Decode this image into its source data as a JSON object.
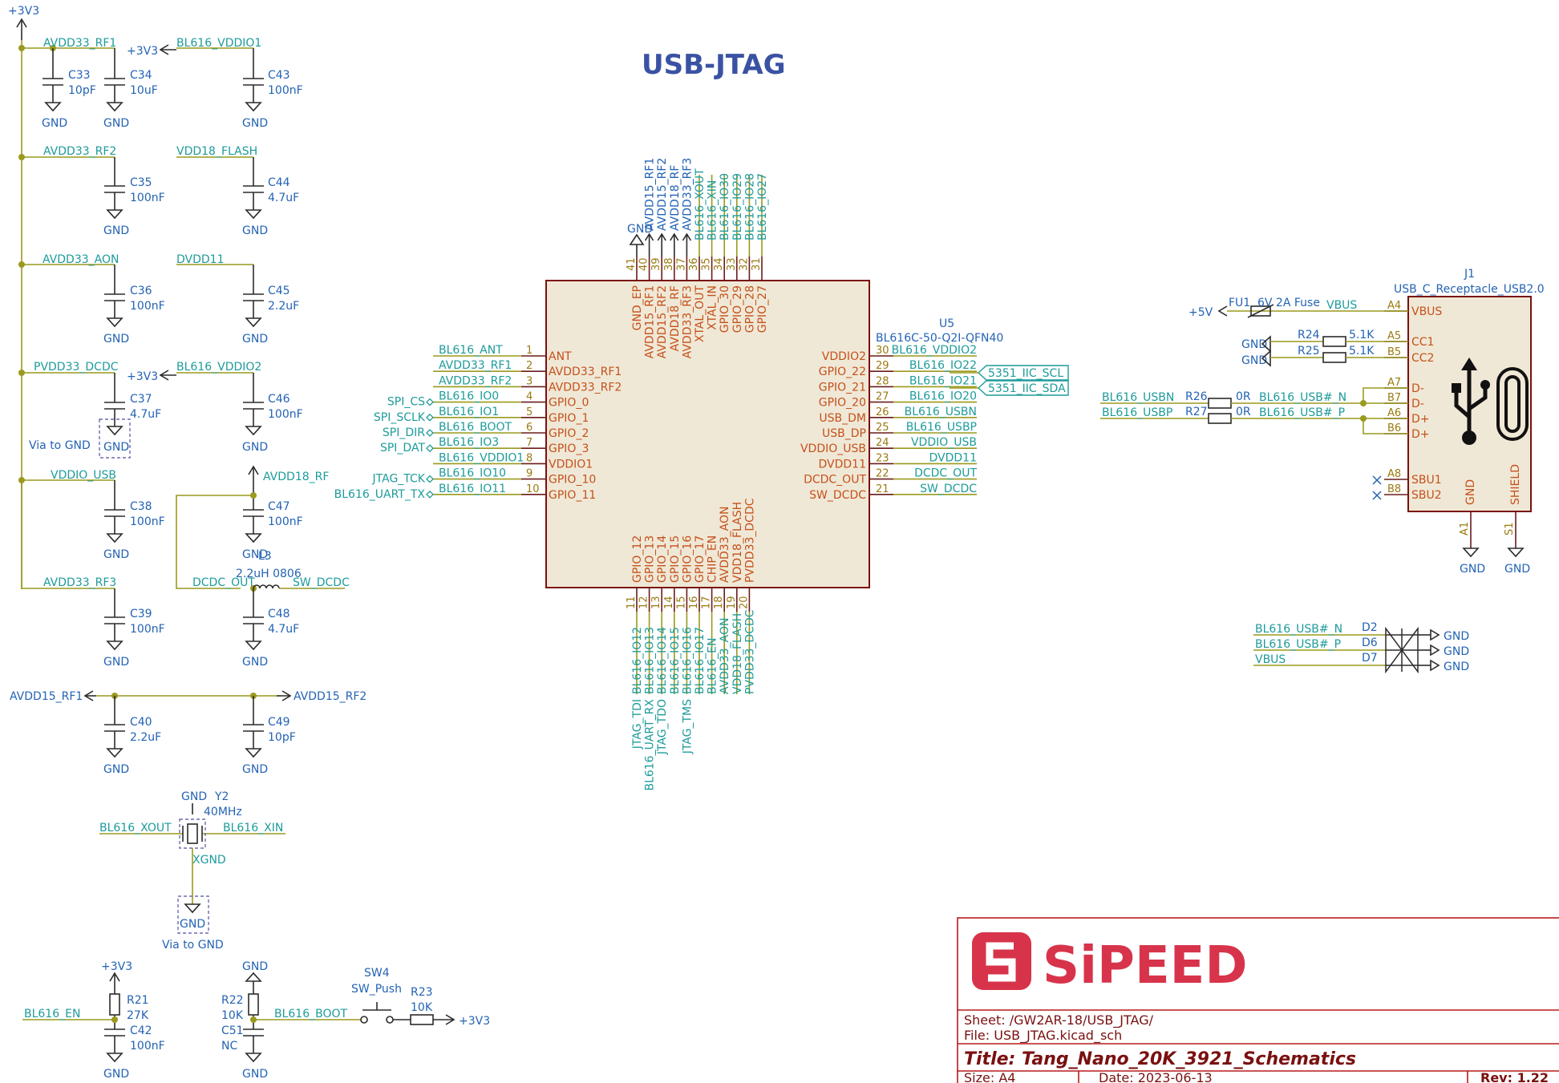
{
  "page_title": "USB-JTAG",
  "power": {
    "p3v3": "+3V3",
    "p5v": "+5V",
    "gnd": "GND",
    "xgnd": "XGND",
    "via_note": "Via to GND"
  },
  "nets": {
    "avdd33_rf1": "AVDD33_RF1",
    "avdd33_rf2": "AVDD33_RF2",
    "avdd33_rf3": "AVDD33_RF3",
    "avdd33_aon": "AVDD33_AON",
    "pvdd33_dcdc": "PVDD33_DCDC",
    "vddio_usb": "VDDIO_USB",
    "vdd18_flash": "VDD18_FLASH",
    "dvdd11": "DVDD11",
    "bl616_vddio1": "BL616_VDDIO1",
    "bl616_vddio2": "BL616_VDDIO2",
    "avdd18_rf": "AVDD18_RF",
    "dcdc_out": "DCDC_OUT",
    "sw_dcdc": "SW_DCDC",
    "avdd15_rf1": "AVDD15_RF1",
    "avdd15_rf2": "AVDD15_RF2",
    "bl616_xout": "BL616_XOUT",
    "bl616_xin": "BL616_XIN",
    "bl616_en": "BL616_EN",
    "bl616_boot": "BL616_BOOT",
    "bl616_usbn": "BL616_USBN",
    "bl616_usbp": "BL616_USBP",
    "usb_n": "BL616_USB#_N",
    "usb_p": "BL616_USB#_P",
    "vbus": "VBUS",
    "iic_scl": "5351_IIC_SCL",
    "iic_sda": "5351_IIC_SDA"
  },
  "caps": [
    {
      "ref": "C33",
      "val": "10pF"
    },
    {
      "ref": "C34",
      "val": "10uF"
    },
    {
      "ref": "C43",
      "val": "100nF"
    },
    {
      "ref": "C35",
      "val": "100nF"
    },
    {
      "ref": "C44",
      "val": "4.7uF"
    },
    {
      "ref": "C36",
      "val": "100nF"
    },
    {
      "ref": "C45",
      "val": "2.2uF"
    },
    {
      "ref": "C37",
      "val": "4.7uF"
    },
    {
      "ref": "C46",
      "val": "100nF"
    },
    {
      "ref": "C38",
      "val": "100nF"
    },
    {
      "ref": "C47",
      "val": "100nF"
    },
    {
      "ref": "C39",
      "val": "100nF"
    },
    {
      "ref": "C48",
      "val": "4.7uF"
    },
    {
      "ref": "C40",
      "val": "2.2uF"
    },
    {
      "ref": "C49",
      "val": "10pF"
    },
    {
      "ref": "C42",
      "val": "100nF"
    },
    {
      "ref": "C51",
      "val": "NC"
    }
  ],
  "inductor": {
    "ref": "L3",
    "val": "2.2uH 0806"
  },
  "crystal": {
    "ref": "Y2",
    "val": "40MHz"
  },
  "resistors": [
    {
      "ref": "R21",
      "val": "27K"
    },
    {
      "ref": "R22",
      "val": "10K"
    },
    {
      "ref": "R23",
      "val": "10K"
    },
    {
      "ref": "R24",
      "val": "5.1K"
    },
    {
      "ref": "R25",
      "val": "5.1K"
    },
    {
      "ref": "R26",
      "val": "0R"
    },
    {
      "ref": "R27",
      "val": "0R"
    }
  ],
  "switch": {
    "ref": "SW4",
    "val": "SW_Push"
  },
  "fuse": {
    "ref": "FU1",
    "val": "6V 2A Fuse"
  },
  "diodes": [
    "D2",
    "D6",
    "D7"
  ],
  "u5": {
    "ref": "U5",
    "part": "BL616C-50-Q2I-QFN40",
    "left": [
      {
        "num": "1",
        "pin": "ANT",
        "net": "BL616_ANT",
        "ext": ""
      },
      {
        "num": "2",
        "pin": "AVDD33_RF1",
        "net": "AVDD33_RF1",
        "ext": ""
      },
      {
        "num": "3",
        "pin": "AVDD33_RF2",
        "net": "AVDD33_RF2",
        "ext": ""
      },
      {
        "num": "4",
        "pin": "GPIO_0",
        "net": "BL616_IO0",
        "ext": "SPI_CS"
      },
      {
        "num": "5",
        "pin": "GPIO_1",
        "net": "BL616_IO1",
        "ext": "SPI_SCLK"
      },
      {
        "num": "6",
        "pin": "GPIO_2",
        "net": "BL616_BOOT",
        "ext": "SPI_DIR"
      },
      {
        "num": "7",
        "pin": "GPIO_3",
        "net": "BL616_IO3",
        "ext": "SPI_DAT"
      },
      {
        "num": "8",
        "pin": "VDDIO1",
        "net": "BL616_VDDIO1",
        "ext": ""
      },
      {
        "num": "9",
        "pin": "GPIO_10",
        "net": "BL616_IO10",
        "ext": "JTAG_TCK"
      },
      {
        "num": "10",
        "pin": "GPIO_11",
        "net": "BL616_IO11",
        "ext": "BL616_UART_TX"
      }
    ],
    "right": [
      {
        "num": "30",
        "pin": "VDDIO2",
        "net": "BL616_VDDIO2"
      },
      {
        "num": "29",
        "pin": "GPIO_22",
        "net": "BL616_IO22"
      },
      {
        "num": "28",
        "pin": "GPIO_21",
        "net": "BL616_IO21"
      },
      {
        "num": "27",
        "pin": "GPIO_20",
        "net": "BL616_IO20"
      },
      {
        "num": "26",
        "pin": "USB_DM",
        "net": "BL616_USBN"
      },
      {
        "num": "25",
        "pin": "USB_DP",
        "net": "BL616_USBP"
      },
      {
        "num": "24",
        "pin": "VDDIO_USB",
        "net": "VDDIO_USB"
      },
      {
        "num": "23",
        "pin": "DVDD11",
        "net": "DVDD11"
      },
      {
        "num": "22",
        "pin": "DCDC_OUT",
        "net": "DCDC_OUT"
      },
      {
        "num": "21",
        "pin": "SW_DCDC",
        "net": "SW_DCDC"
      }
    ],
    "top": [
      {
        "num": "41",
        "pin": "GND_EP",
        "net": "GND"
      },
      {
        "num": "40",
        "pin": "AVDD15_RF1",
        "net": "AVDD15_RF1"
      },
      {
        "num": "39",
        "pin": "AVDD15_RF2",
        "net": "AVDD15_RF2"
      },
      {
        "num": "38",
        "pin": "AVDD18_RF",
        "net": "AVDD18_RF"
      },
      {
        "num": "37",
        "pin": "AVDD33_RF3",
        "net": "AVDD33_RF3"
      },
      {
        "num": "36",
        "pin": "XTAL_OUT",
        "net": "BL616_XOUT"
      },
      {
        "num": "35",
        "pin": "XTAL_IN",
        "net": "BL616_XIN"
      },
      {
        "num": "34",
        "pin": "GPIO_30",
        "net": "BL616_IO30"
      },
      {
        "num": "33",
        "pin": "GPIO_29",
        "net": "BL616_IO29"
      },
      {
        "num": "32",
        "pin": "GPIO_28",
        "net": "BL616_IO28"
      },
      {
        "num": "31",
        "pin": "GPIO_27",
        "net": "BL616_IO27"
      }
    ],
    "bottom": [
      {
        "num": "11",
        "pin": "GPIO_12",
        "net": "BL616_IO12",
        "ext": "JTAG_TDI"
      },
      {
        "num": "12",
        "pin": "GPIO_13",
        "net": "BL616_IO13",
        "ext": "BL616_UART_RX"
      },
      {
        "num": "13",
        "pin": "GPIO_14",
        "net": "BL616_IO14",
        "ext": "JTAG_TDO"
      },
      {
        "num": "14",
        "pin": "GPIO_15",
        "net": "BL616_IO15",
        "ext": ""
      },
      {
        "num": "15",
        "pin": "GPIO_16",
        "net": "BL616_IO16",
        "ext": "JTAG_TMS"
      },
      {
        "num": "16",
        "pin": "GPIO_17",
        "net": "BL616_IO17",
        "ext": ""
      },
      {
        "num": "17",
        "pin": "CHIP_EN",
        "net": "BL616_EN",
        "ext": ""
      },
      {
        "num": "18",
        "pin": "AVDD33_AON",
        "net": "AVDD33_AON",
        "ext": ""
      },
      {
        "num": "19",
        "pin": "VDD18_FLASH",
        "net": "VDD18_FLASH",
        "ext": ""
      },
      {
        "num": "20",
        "pin": "PVDD33_DCDC",
        "net": "PVDD33_DCDC",
        "ext": ""
      }
    ]
  },
  "j1": {
    "ref": "J1",
    "part": "USB_C_Receptacle_USB2.0",
    "pins": [
      {
        "num": "A4",
        "pin": "VBUS"
      },
      {
        "num": "A5",
        "pin": "CC1"
      },
      {
        "num": "B5",
        "pin": "CC2"
      },
      {
        "num": "A7",
        "pin": "D-"
      },
      {
        "num": "B7",
        "pin": "D-"
      },
      {
        "num": "A6",
        "pin": "D+"
      },
      {
        "num": "B6",
        "pin": "D+"
      },
      {
        "num": "A8",
        "pin": "SBU1"
      },
      {
        "num": "B8",
        "pin": "SBU2"
      }
    ],
    "bottom_pins": [
      {
        "num": "A1",
        "pin": "GND"
      },
      {
        "num": "S1",
        "pin": "SHIELD"
      }
    ]
  },
  "title_block": {
    "company": "SiPEED",
    "sheet": "Sheet: /GW2AR-18/USB_JTAG/",
    "file": "File: USB_JTAG.kicad_sch",
    "title": "Title: Tang_Nano_20K_3921_Schematics",
    "size": "Size: A4",
    "date": "Date: 2023-06-13",
    "rev": "Rev: 1.22"
  }
}
